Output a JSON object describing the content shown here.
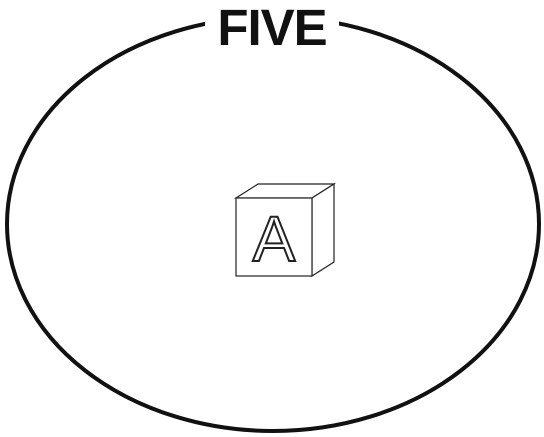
{
  "title": "FIVE",
  "block": {
    "letter": "A",
    "count": 1
  },
  "colors": {
    "outline": "#111111",
    "background": "#ffffff"
  }
}
